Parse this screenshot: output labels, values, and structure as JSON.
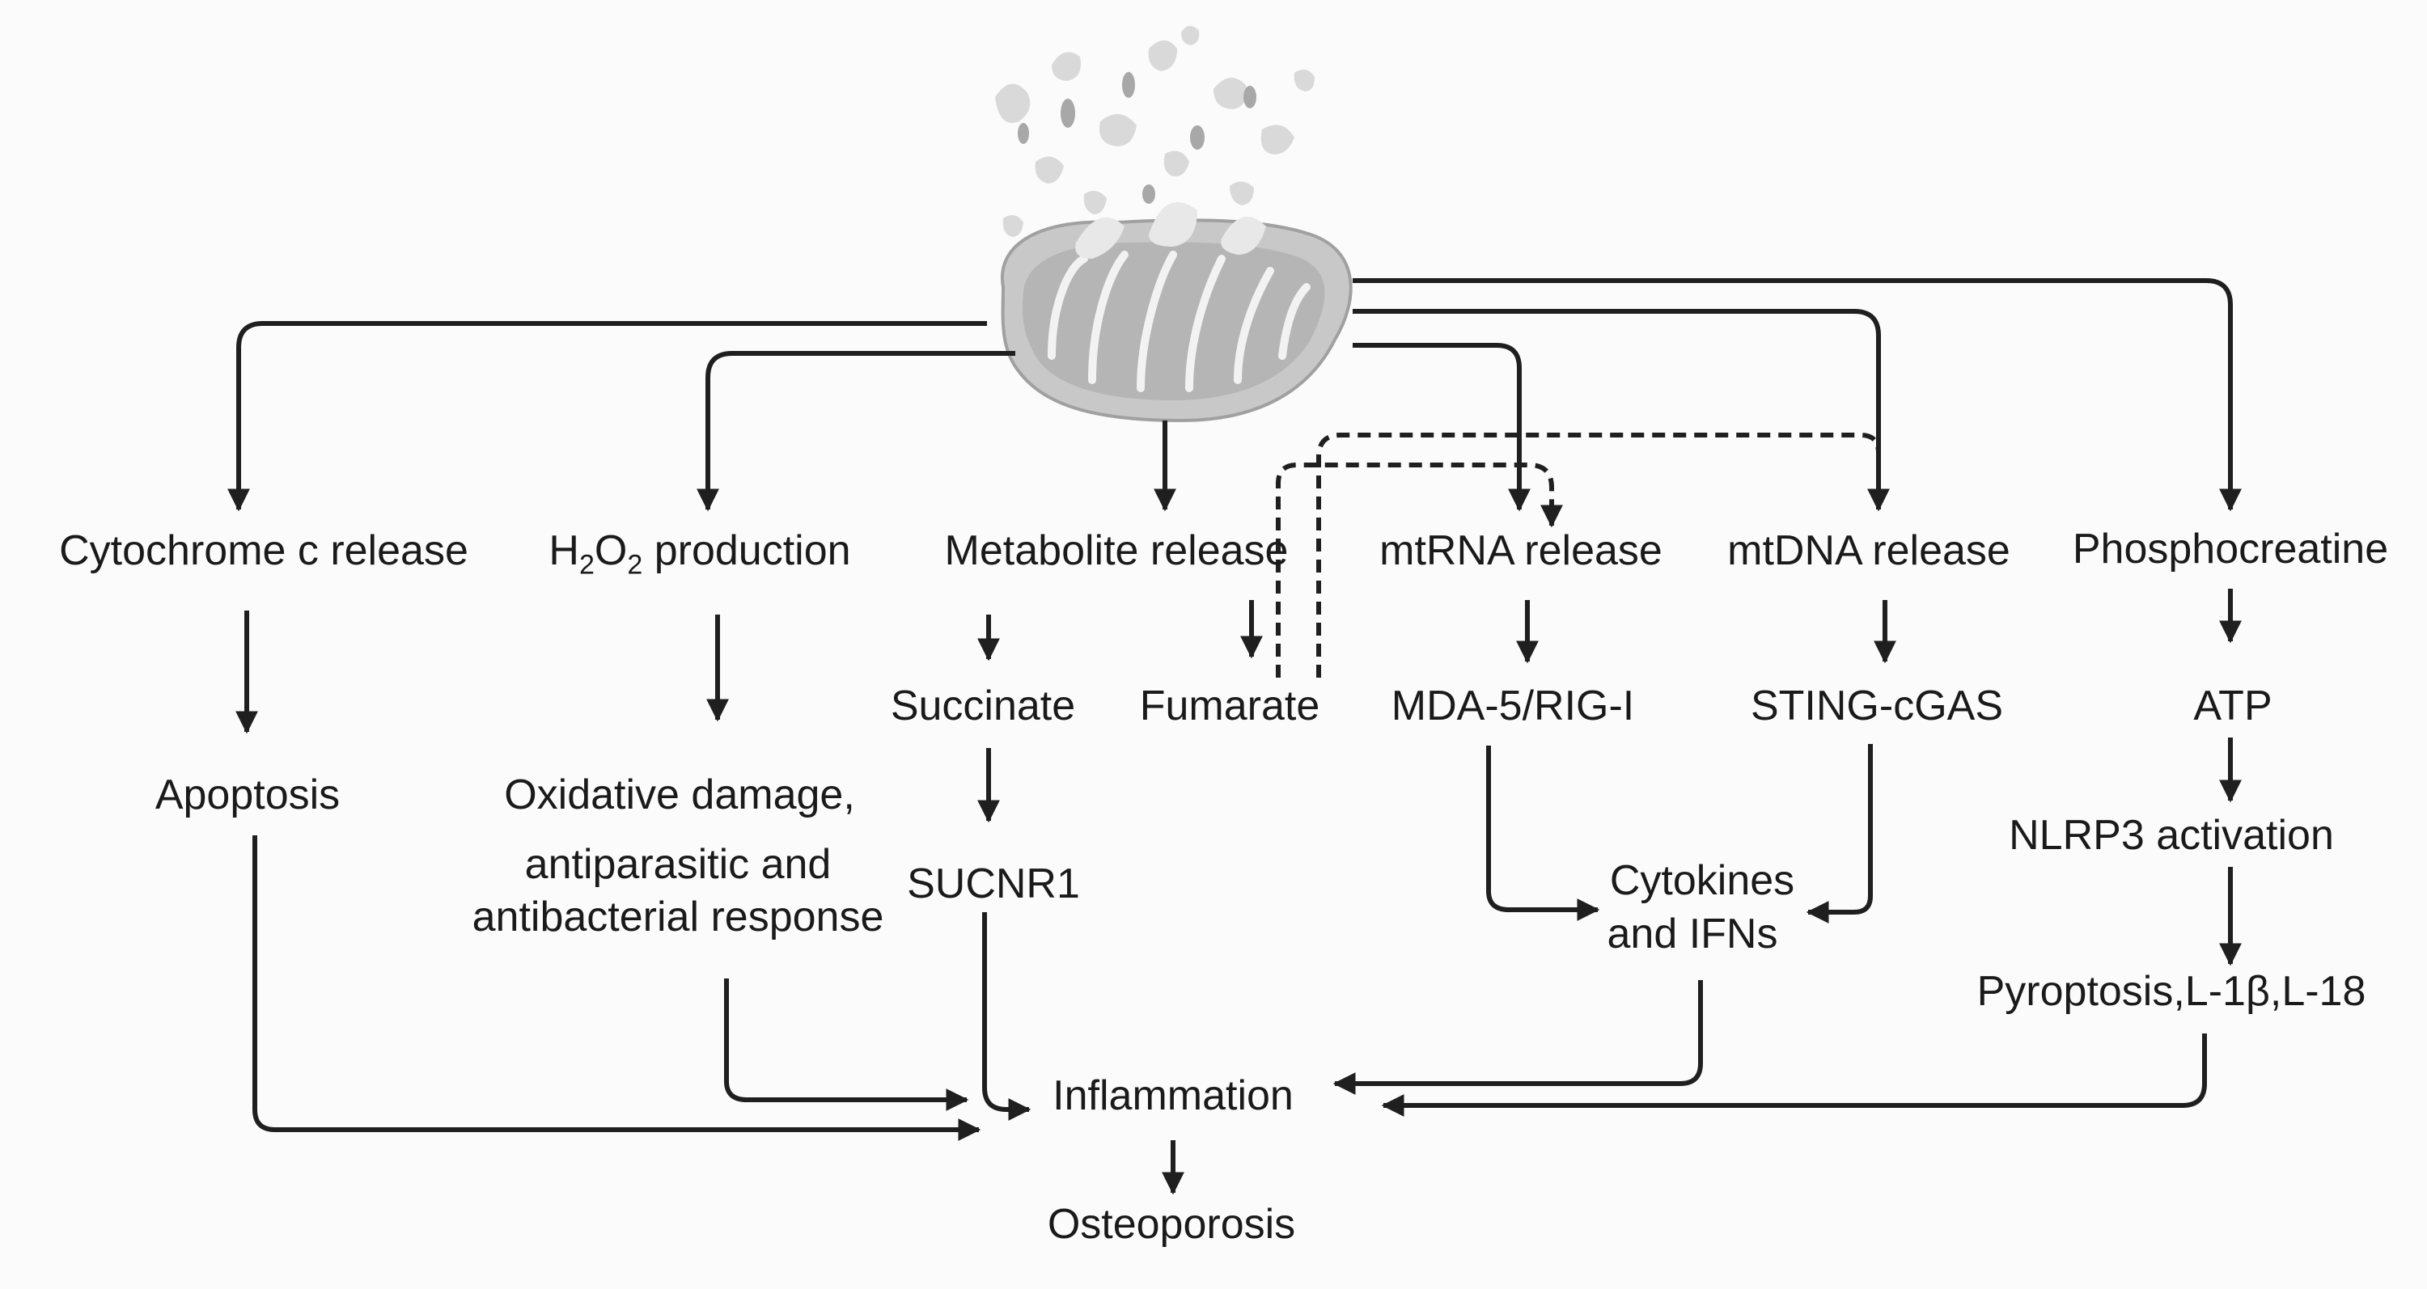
{
  "nodes": {
    "cytochrome": "Cytochrome c release",
    "h2o2": {
      "h": "H",
      "sub1": "2",
      "o": "O",
      "sub2": "2",
      "rest": " production"
    },
    "metabolite": "Metabolite release",
    "mtrna": "mtRNA release",
    "mtdna": "mtDNA release",
    "phosphocreatine": "Phosphocreatine",
    "succinate": "Succinate",
    "fumarate": "Fumarate",
    "mda5": "MDA-5/RIG-I",
    "sting": "STING-cGAS",
    "atp": "ATP",
    "apoptosis": "Apoptosis",
    "oxidative_1": "Oxidative damage,",
    "oxidative_2": "antiparasitic and",
    "oxidative_3": "antibacterial response",
    "sucnr1": "SUCNR1",
    "nlrp3": "NLRP3 activation",
    "cytokines_1": "Cytokines",
    "cytokines_2": "and IFNs",
    "pyroptosis": "Pyroptosis,L-1β,L-18",
    "inflammation": "Inflammation",
    "osteoporosis": "Osteoporosis"
  },
  "colors": {
    "arrow": "#1f1f1f",
    "mito_body": "#c8c8c8",
    "mito_dark": "#9a9a9a",
    "background": "#fbfbfb"
  },
  "icons": {
    "organelle": "damaged-mitochondrion-icon"
  }
}
